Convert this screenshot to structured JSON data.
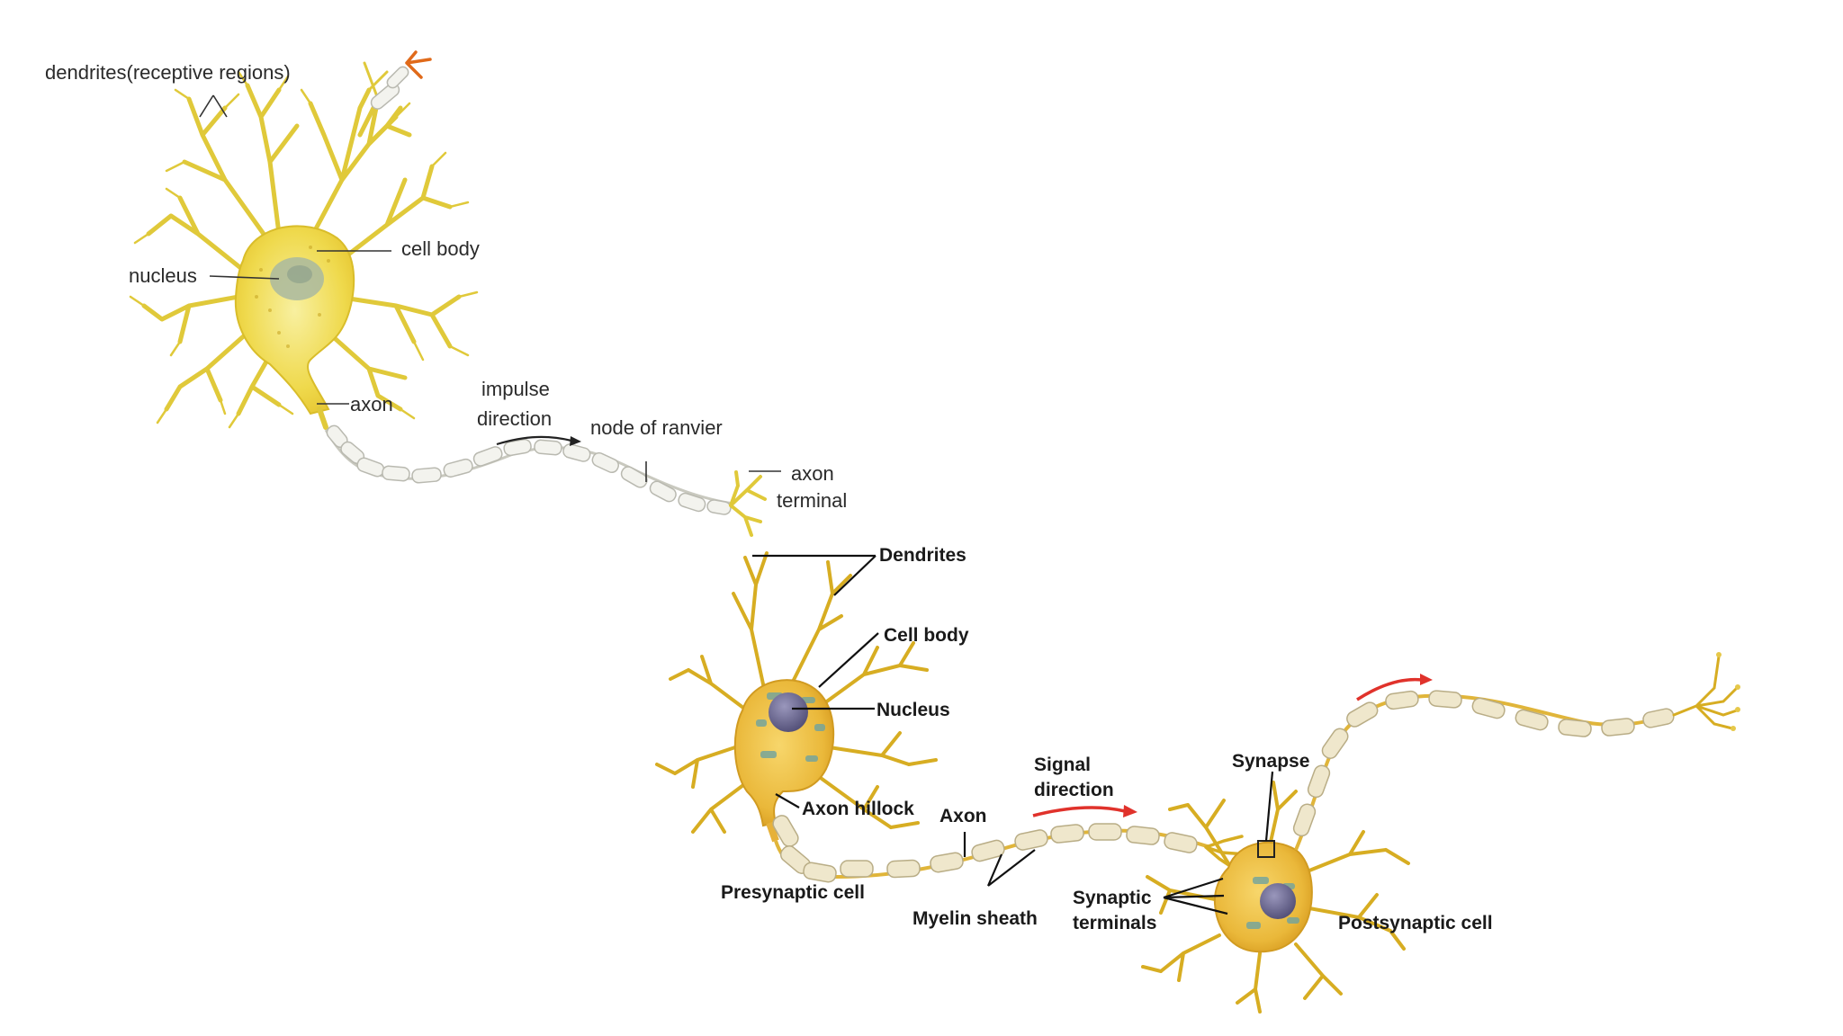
{
  "top_neuron": {
    "dendrites_label": "dendrites(receptive regions)",
    "cell_body_label": "cell body",
    "nucleus_label": "nucleus",
    "axon_label": "axon",
    "impulse_line1": "impulse",
    "impulse_line2": "direction",
    "node_label": "node of ranvier",
    "terminal_line1": "axon",
    "terminal_line2": "terminal"
  },
  "bottom_neurons": {
    "dendrites_label": "Dendrites",
    "cell_body_label": "Cell body",
    "nucleus_label": "Nucleus",
    "axon_hillock_label": "Axon hillock",
    "axon_label": "Axon",
    "signal_line1": "Signal",
    "signal_line2": "direction",
    "synapse_label": "Synapse",
    "presynaptic_label": "Presynaptic cell",
    "myelin_label": "Myelin sheath",
    "synaptic_line1": "Synaptic",
    "synaptic_line2": "terminals",
    "postsynaptic_label": "Postsynaptic cell"
  },
  "colors": {
    "neuron_fill_light": "#f6e77a",
    "neuron_fill_dark": "#e8b93a",
    "nucleus_top": "#a9b9a0",
    "nucleus_bottom": "#6d6a8c",
    "signal_arrow": "#e0322b",
    "terminal_tip": "#e06a1a"
  }
}
